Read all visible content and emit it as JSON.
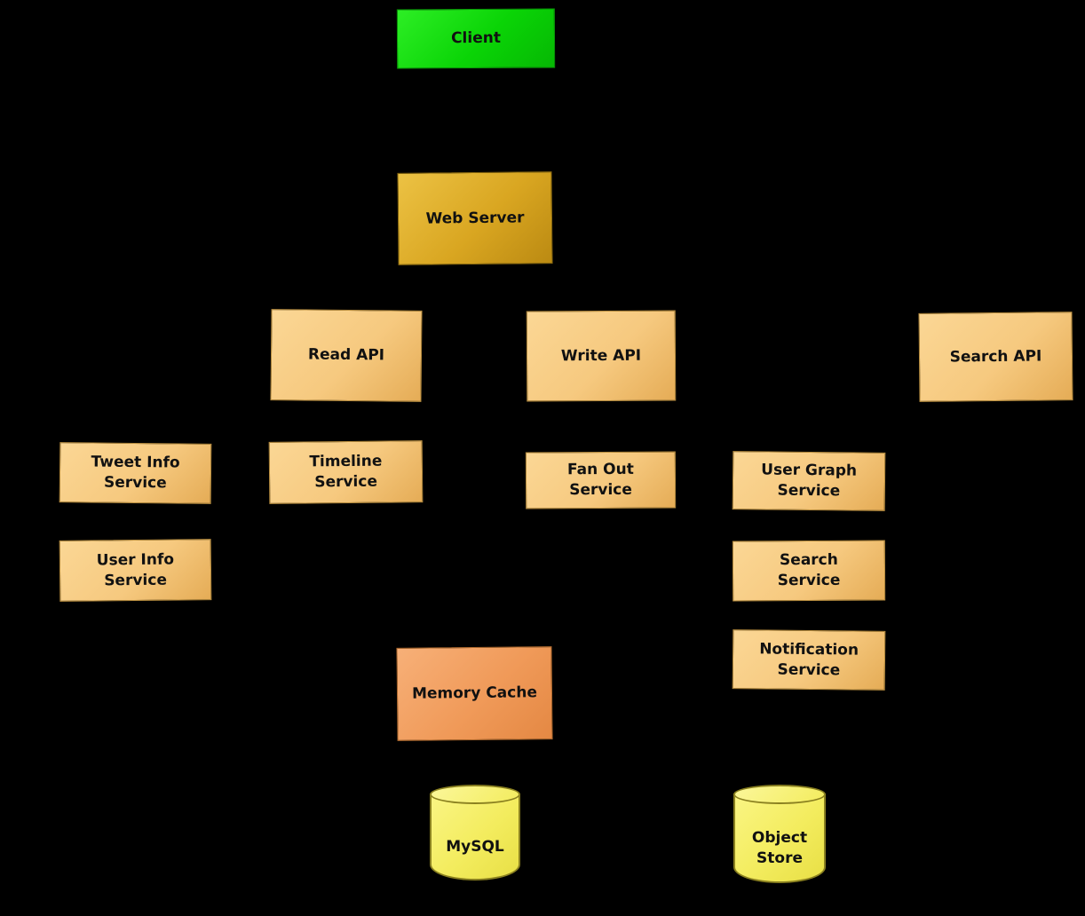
{
  "diagram": {
    "kind": "system-architecture",
    "background_color": "#000000",
    "colors": {
      "client_box": "#0ad406",
      "web_server_box": "#d9a621",
      "service_box": "#f6c97f",
      "cache_box": "#f09a59",
      "database_cylinder": "#f3ec5e",
      "text": "#111111"
    },
    "nodes": {
      "client": {
        "label": "Client",
        "shape": "box"
      },
      "web_server": {
        "label": "Web Server",
        "shape": "box"
      },
      "read_api": {
        "label": "Read API",
        "shape": "box"
      },
      "write_api": {
        "label": "Write API",
        "shape": "box"
      },
      "search_api": {
        "label": "Search API",
        "shape": "box"
      },
      "tweet_info_service": {
        "label": "Tweet Info\nService",
        "shape": "box"
      },
      "timeline_service": {
        "label": "Timeline\nService",
        "shape": "box"
      },
      "fan_out_service": {
        "label": "Fan Out\nService",
        "shape": "box"
      },
      "user_graph_service": {
        "label": "User Graph\nService",
        "shape": "box"
      },
      "user_info_service": {
        "label": "User Info\nService",
        "shape": "box"
      },
      "search_service": {
        "label": "Search\nService",
        "shape": "box"
      },
      "notification_service": {
        "label": "Notification\nService",
        "shape": "box"
      },
      "memory_cache": {
        "label": "Memory Cache",
        "shape": "box"
      },
      "mysql": {
        "label": "MySQL",
        "shape": "cylinder"
      },
      "object_store": {
        "label": "Object\nStore",
        "shape": "cylinder"
      }
    }
  }
}
